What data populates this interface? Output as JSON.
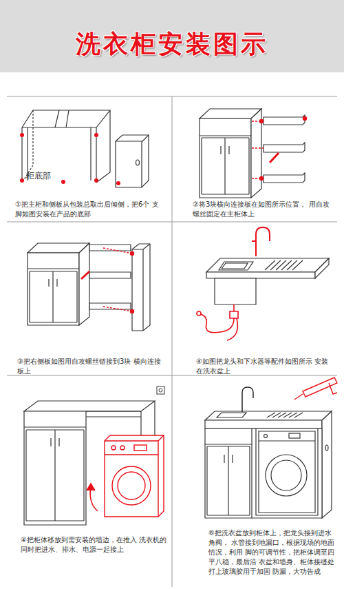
{
  "diagram": {
    "title": "洗衣柜安装图示",
    "nodes": [
      {
        "text": [
          "①把主柜和侧板从包装总取出后倾侧，把6个 支脚如图安装在产品的底部"
        ]
      },
      {
        "text": [
          "②将3块横向连接板在如图所示位置， 用自攻螺丝固定在主柜体上"
        ]
      },
      {
        "text": [
          "③把右侧板如图用自攻螺丝链接到3块 横向连接板上"
        ]
      },
      {
        "text": [
          "④如图把龙头和下水器等配件如图所示 安装在洗衣盆上"
        ]
      },
      {
        "text": [
          "④把柜体移放到需安装的墙边，在推入 洗衣机的同时把进水、排水、电源一起接上"
        ]
      },
      {
        "text": [
          "⑥把洗衣盆放到柜体上，把龙头接到进水角阀， 水管接到地漏口，根据现场的地面情况，利用 脚的可调节性，把柜体调至四平八稳，最后沿 衣盆和墙身、柜体接缝处打上玻璃胶用于加固 防漏，大功告成"
        ]
      }
    ],
    "labels": [
      "柜底部"
    ]
  }
}
